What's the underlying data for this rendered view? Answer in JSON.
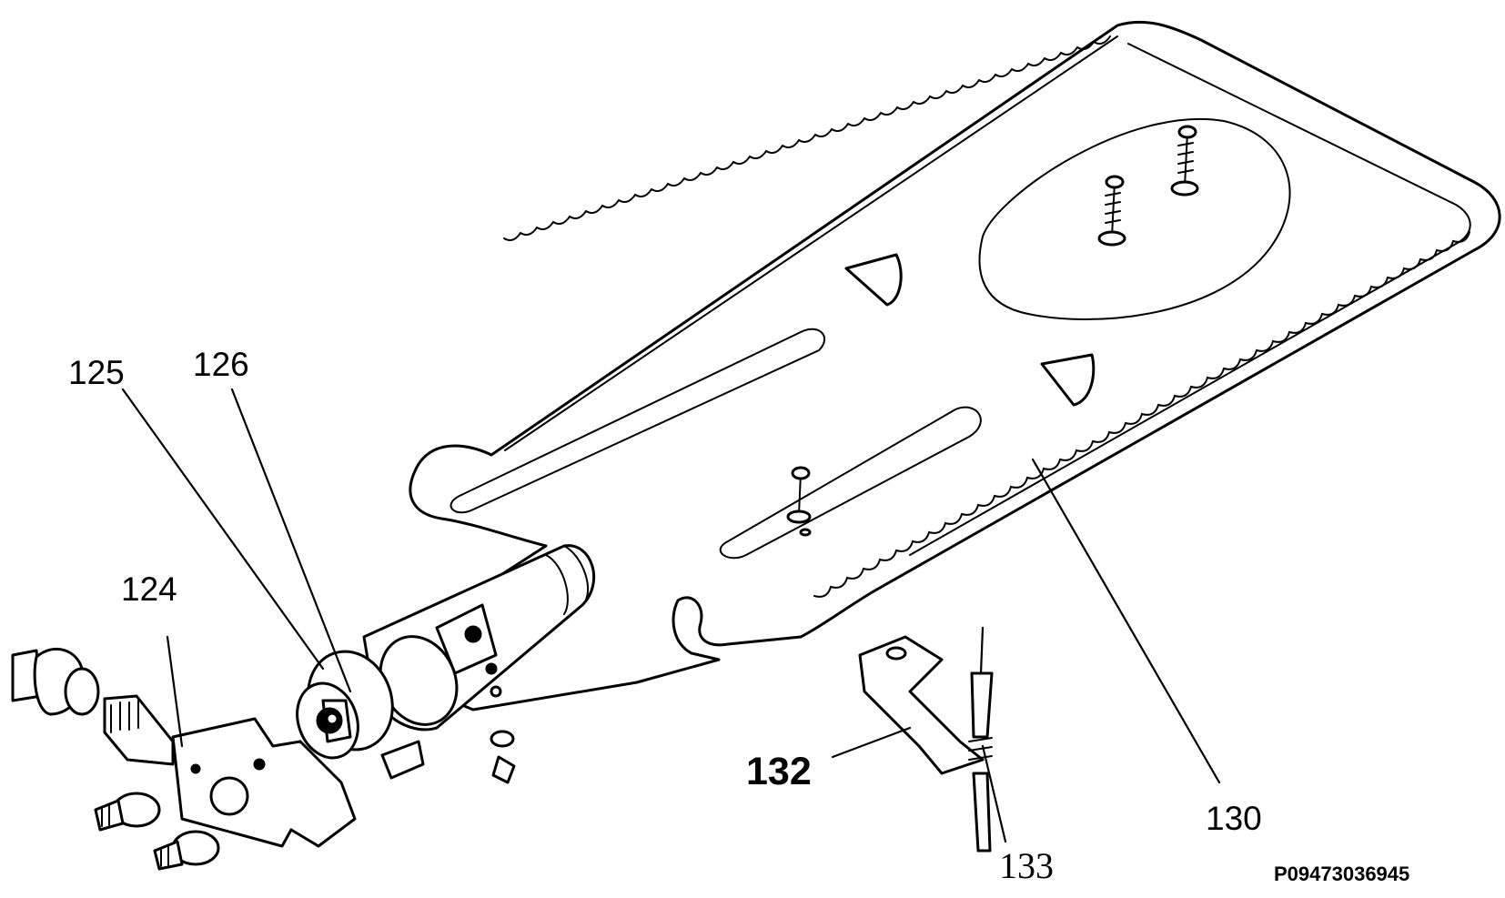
{
  "labels": {
    "l124": "124",
    "l125": "125",
    "l126": "126",
    "l130": "130",
    "l132": "132",
    "l133": "133"
  },
  "drawing_code": "P09473036945",
  "colors": {
    "line": "#000000",
    "paper": "#ffffff"
  }
}
